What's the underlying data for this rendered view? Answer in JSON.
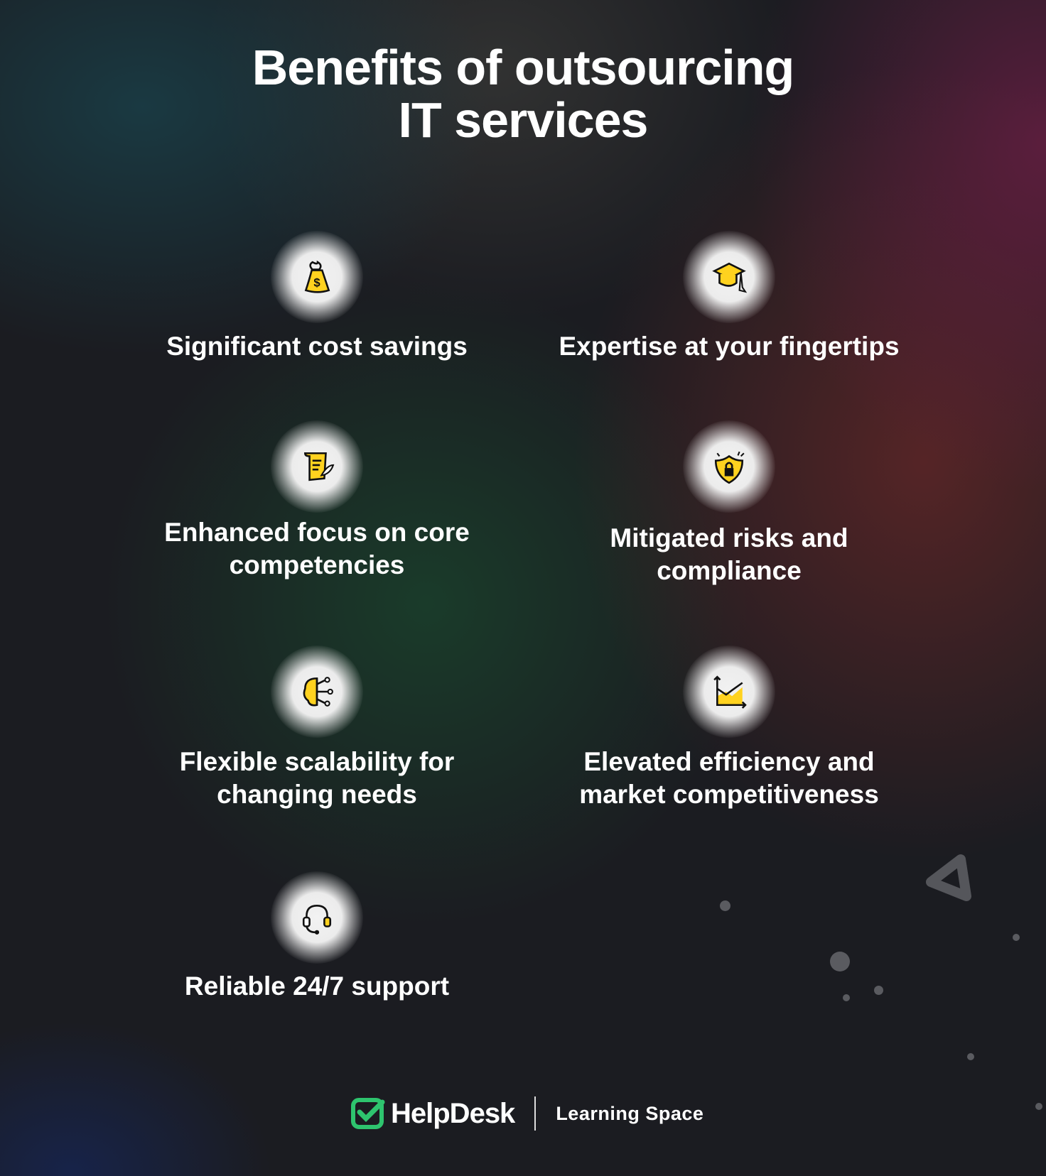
{
  "title": {
    "line1": "Benefits of outsourcing",
    "line2": "IT services"
  },
  "benefits": [
    {
      "label_lines": [
        "Significant cost savings"
      ],
      "icon": "money-bag-icon"
    },
    {
      "label_lines": [
        "Expertise at your fingertips"
      ],
      "icon": "graduation-cap-icon"
    },
    {
      "label_lines": [
        "Enhanced focus on core",
        "competencies"
      ],
      "icon": "scroll-quill-icon"
    },
    {
      "label_lines": [
        "Mitigated risks and",
        "compliance"
      ],
      "icon": "shield-lock-icon"
    },
    {
      "label_lines": [
        "Flexible scalability for",
        "changing needs"
      ],
      "icon": "brain-network-icon"
    },
    {
      "label_lines": [
        "Elevated efficiency and",
        "market competitiveness"
      ],
      "icon": "growth-chart-icon"
    },
    {
      "label_lines": [
        "Reliable 24/7 support"
      ],
      "icon": "headset-icon"
    }
  ],
  "footer": {
    "brand": "HelpDesk",
    "section": "Learning Space"
  },
  "colors": {
    "accent_yellow": "#ffd21f",
    "brand_green": "#2ec46e",
    "background": "#1b1c21"
  }
}
